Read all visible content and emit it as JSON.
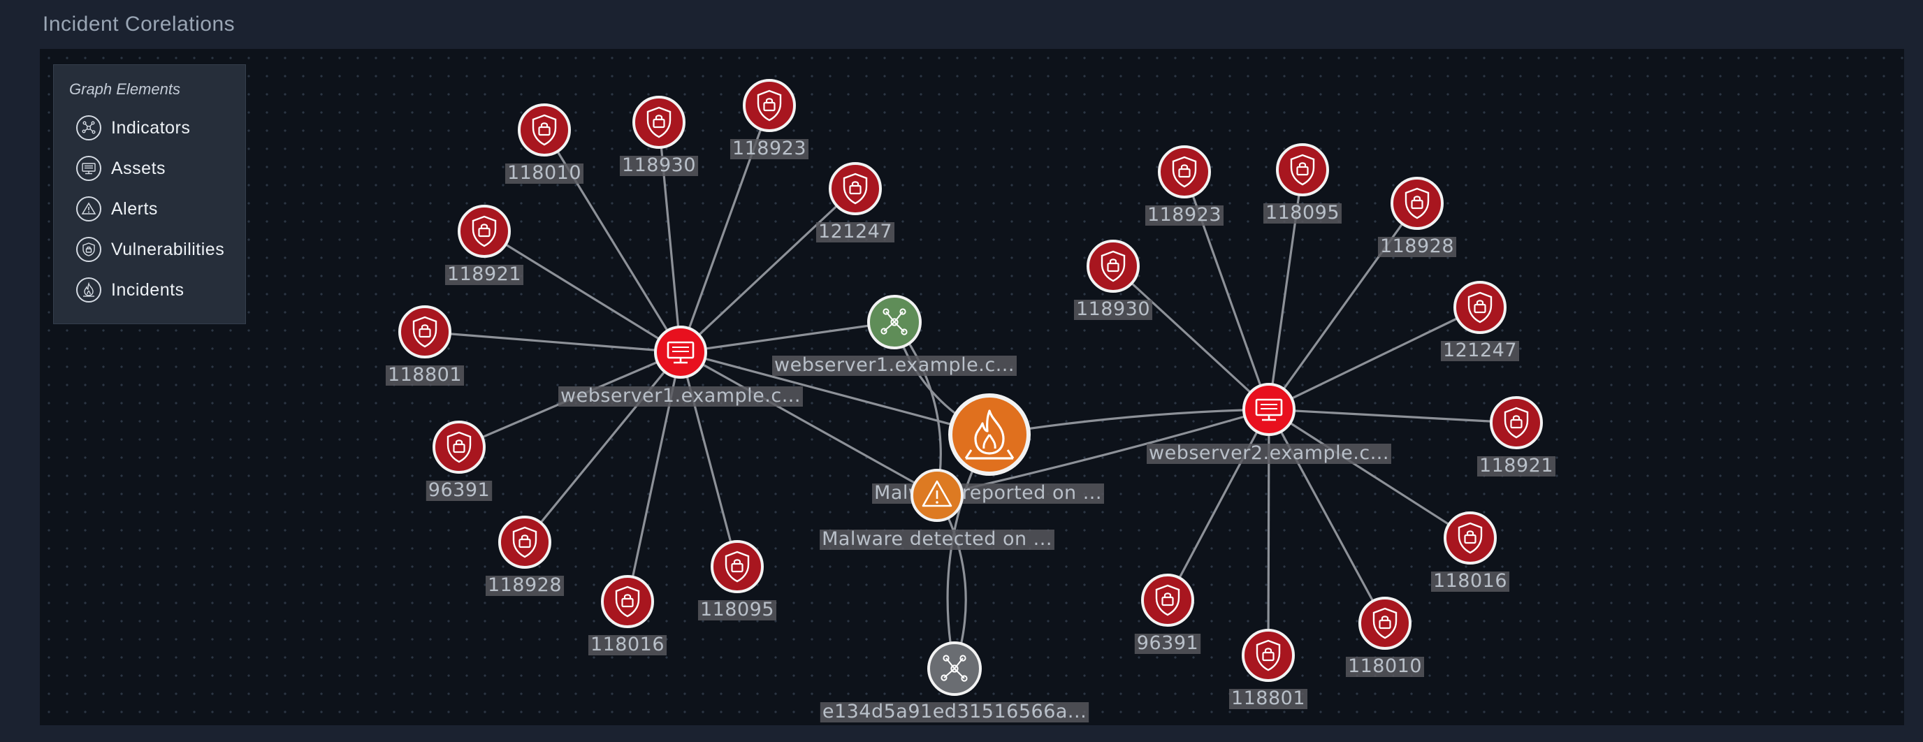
{
  "page": {
    "title": "Incident Corelations"
  },
  "legend": {
    "title": "Graph Elements",
    "items": [
      {
        "label": "Indicators",
        "icon": "indicator-icon"
      },
      {
        "label": "Assets",
        "icon": "asset-icon"
      },
      {
        "label": "Alerts",
        "icon": "alert-icon"
      },
      {
        "label": "Vulnerabilities",
        "icon": "vulnerability-icon"
      },
      {
        "label": "Incidents",
        "icon": "incident-icon"
      }
    ]
  },
  "colors": {
    "vulnerability": "#a8161f",
    "asset": "#e8101e",
    "indicator_green": "#5f8d58",
    "indicator_gray": "#6a6d72",
    "alert": "#dd7a22",
    "incident": "#e0701e",
    "edge": "#8d9198",
    "node_border": "#f2f2f2"
  },
  "graph": {
    "nodes": [
      {
        "id": "ws1",
        "type": "asset",
        "label": "webserver1.example.c..."
      },
      {
        "id": "ws2",
        "type": "asset",
        "label": "webserver2.example.c..."
      },
      {
        "id": "ind1",
        "type": "indicator",
        "label": "webserver1.example.c..."
      },
      {
        "id": "ind2",
        "type": "indicator",
        "label": "e134d5a91ed31516566a..."
      },
      {
        "id": "inc",
        "type": "incident",
        "label": "Malware reported on ..."
      },
      {
        "id": "alt",
        "type": "alert",
        "label": "Malware detected on ..."
      },
      {
        "id": "a1",
        "type": "vulnerability",
        "label": "118010"
      },
      {
        "id": "a2",
        "type": "vulnerability",
        "label": "118930"
      },
      {
        "id": "a3",
        "type": "vulnerability",
        "label": "118923"
      },
      {
        "id": "a4",
        "type": "vulnerability",
        "label": "121247"
      },
      {
        "id": "a5",
        "type": "vulnerability",
        "label": "118921"
      },
      {
        "id": "a6",
        "type": "vulnerability",
        "label": "118801"
      },
      {
        "id": "a7",
        "type": "vulnerability",
        "label": "96391"
      },
      {
        "id": "a8",
        "type": "vulnerability",
        "label": "118928"
      },
      {
        "id": "a9",
        "type": "vulnerability",
        "label": "118016"
      },
      {
        "id": "a10",
        "type": "vulnerability",
        "label": "118095"
      },
      {
        "id": "b1",
        "type": "vulnerability",
        "label": "118923"
      },
      {
        "id": "b2",
        "type": "vulnerability",
        "label": "118095"
      },
      {
        "id": "b3",
        "type": "vulnerability",
        "label": "118928"
      },
      {
        "id": "b4",
        "type": "vulnerability",
        "label": "118930"
      },
      {
        "id": "b5",
        "type": "vulnerability",
        "label": "121247"
      },
      {
        "id": "b6",
        "type": "vulnerability",
        "label": "118921"
      },
      {
        "id": "b7",
        "type": "vulnerability",
        "label": "118016"
      },
      {
        "id": "b8",
        "type": "vulnerability",
        "label": "118010"
      },
      {
        "id": "b9",
        "type": "vulnerability",
        "label": "118801"
      },
      {
        "id": "b10",
        "type": "vulnerability",
        "label": "96391"
      }
    ],
    "edges": [
      [
        "ws1",
        "a1"
      ],
      [
        "ws1",
        "a2"
      ],
      [
        "ws1",
        "a3"
      ],
      [
        "ws1",
        "a4"
      ],
      [
        "ws1",
        "a5"
      ],
      [
        "ws1",
        "a6"
      ],
      [
        "ws1",
        "a7"
      ],
      [
        "ws1",
        "a8"
      ],
      [
        "ws1",
        "a9"
      ],
      [
        "ws1",
        "a10"
      ],
      [
        "ws1",
        "ind1"
      ],
      [
        "ws1",
        "inc"
      ],
      [
        "ws1",
        "alt"
      ],
      [
        "ws2",
        "b1"
      ],
      [
        "ws2",
        "b2"
      ],
      [
        "ws2",
        "b3"
      ],
      [
        "ws2",
        "b4"
      ],
      [
        "ws2",
        "b5"
      ],
      [
        "ws2",
        "b6"
      ],
      [
        "ws2",
        "b7"
      ],
      [
        "ws2",
        "b8"
      ],
      [
        "ws2",
        "b9"
      ],
      [
        "ws2",
        "b10"
      ],
      [
        "ws2",
        "inc"
      ],
      [
        "ws2",
        "alt"
      ],
      [
        "ind1",
        "inc"
      ],
      [
        "ind1",
        "alt"
      ],
      [
        "ind2",
        "alt"
      ],
      [
        "ind2",
        "inc"
      ]
    ]
  }
}
